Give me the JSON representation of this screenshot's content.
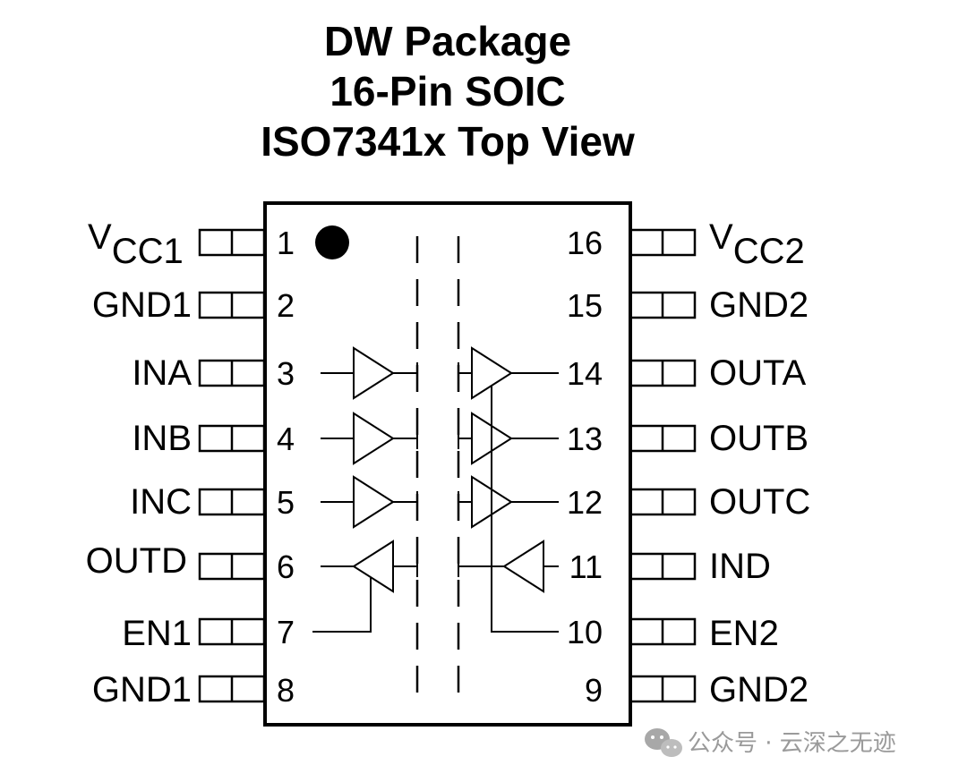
{
  "title": {
    "line1": "DW Package",
    "line2": "16-Pin SOIC",
    "line3": "ISO7341x Top View"
  },
  "pins": {
    "left": [
      {
        "number": "1",
        "name": "V",
        "subscript": "CC1"
      },
      {
        "number": "2",
        "name": "GND1"
      },
      {
        "number": "3",
        "name": "INA"
      },
      {
        "number": "4",
        "name": "INB"
      },
      {
        "number": "5",
        "name": "INC"
      },
      {
        "number": "6",
        "name": "OUTD"
      },
      {
        "number": "7",
        "name": "EN1"
      },
      {
        "number": "8",
        "name": "GND1"
      }
    ],
    "right": [
      {
        "number": "16",
        "name": "V",
        "subscript": "CC2"
      },
      {
        "number": "15",
        "name": "GND2"
      },
      {
        "number": "14",
        "name": "OUTA"
      },
      {
        "number": "13",
        "name": "OUTB"
      },
      {
        "number": "12",
        "name": "OUTC"
      },
      {
        "number": "11",
        "name": "IND"
      },
      {
        "number": "10",
        "name": "EN2"
      },
      {
        "number": "9",
        "name": "GND2"
      }
    ]
  },
  "watermark": {
    "text": "公众号 · 云深之无迹",
    "icon": "wechat-icon"
  },
  "colors": {
    "line": "#000000",
    "background": "#ffffff",
    "watermark": "#9a9a9a"
  }
}
